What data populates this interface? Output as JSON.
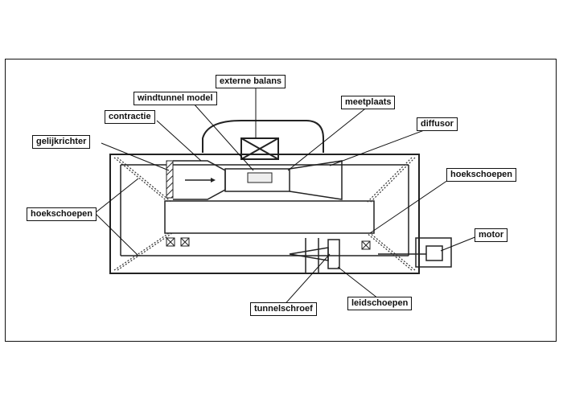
{
  "labels": {
    "externe_balans": "externe balans",
    "windtunnel_model": "windtunnel model",
    "meetplaats": "meetplaats",
    "contractie": "contractie",
    "diffusor": "diffusor",
    "gelijkrichter": "gelijkrichter",
    "hoekschoepen_right": "hoekschoepen",
    "hoekschoepen_left": "hoekschoepen",
    "motor": "motor",
    "tunnelschroef": "tunnelschroef",
    "leidschoepen": "leidschoepen"
  }
}
